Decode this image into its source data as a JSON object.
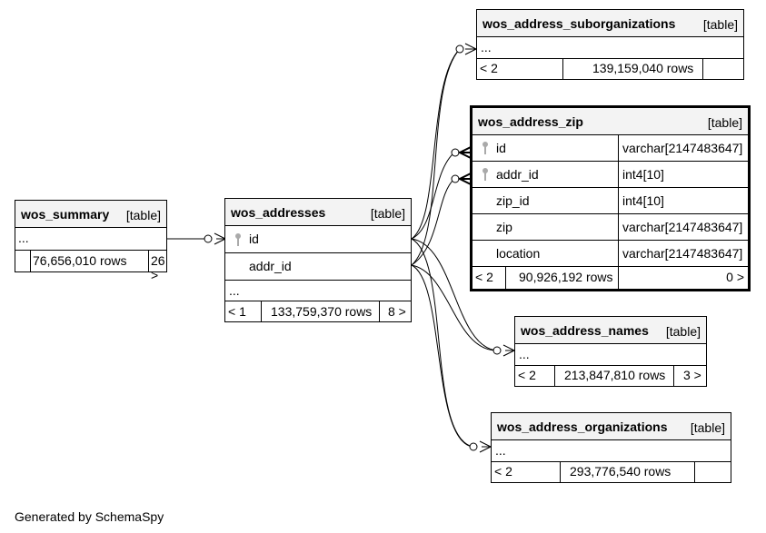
{
  "tables": {
    "wos_summary": {
      "name": "wos_summary",
      "kind": "[table]",
      "ellipsis": "...",
      "rows": "76,656,010 rows",
      "parents": "",
      "children": "26 >"
    },
    "wos_addresses": {
      "name": "wos_addresses",
      "kind": "[table]",
      "col1": "id",
      "col2": "addr_id",
      "ellipsis": "...",
      "parents": "< 1",
      "rows": "133,759,370 rows",
      "children": "8 >"
    },
    "wos_address_suborganizations": {
      "name": "wos_address_suborganizations",
      "kind": "[table]",
      "ellipsis": "...",
      "parents": "< 2",
      "rows": "139,159,040 rows",
      "children": ""
    },
    "wos_address_zip": {
      "name": "wos_address_zip",
      "kind": "[table]",
      "columns": [
        {
          "name": "id",
          "type": "varchar[2147483647]"
        },
        {
          "name": "addr_id",
          "type": "int4[10]"
        },
        {
          "name": "zip_id",
          "type": "int4[10]"
        },
        {
          "name": "zip",
          "type": "varchar[2147483647]"
        },
        {
          "name": "location",
          "type": "varchar[2147483647]"
        }
      ],
      "parents": "< 2",
      "rows": "90,926,192 rows",
      "children": "0 >"
    },
    "wos_address_names": {
      "name": "wos_address_names",
      "kind": "[table]",
      "ellipsis": "...",
      "parents": "< 2",
      "rows": "213,847,810 rows",
      "children": "3 >"
    },
    "wos_address_organizations": {
      "name": "wos_address_organizations",
      "kind": "[table]",
      "ellipsis": "...",
      "parents": "< 2",
      "rows": "293,776,540 rows",
      "children": ""
    }
  },
  "icons": {
    "key": "key-icon"
  },
  "footer": {
    "text": "Generated by SchemaSpy"
  }
}
